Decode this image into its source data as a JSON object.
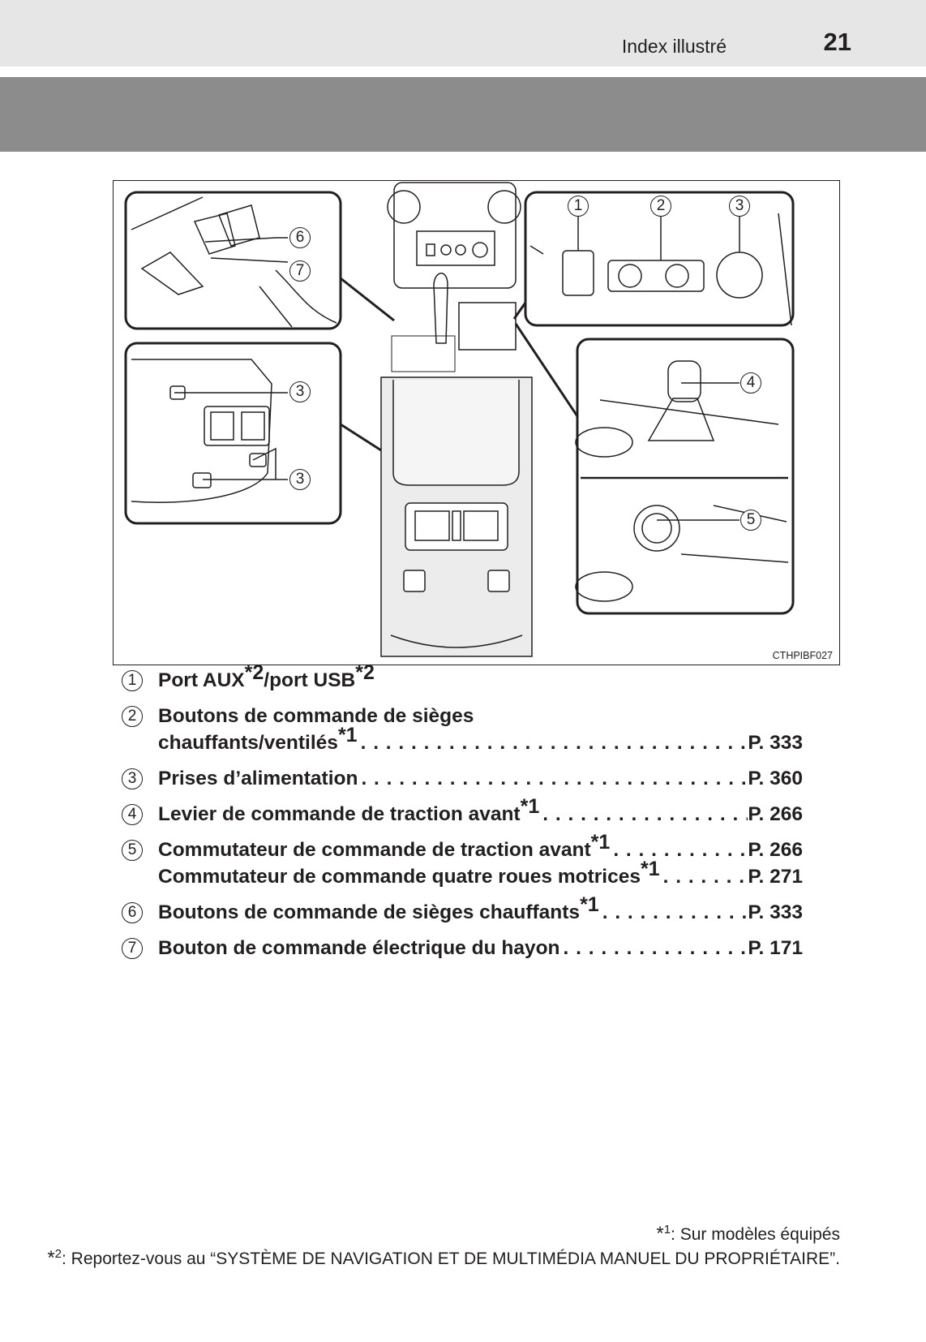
{
  "header": {
    "section_title": "Index illustré",
    "page_number": "21"
  },
  "figure": {
    "code": "CTHPIBF027",
    "callouts": {
      "c1": "1",
      "c2": "2",
      "c3a": "3",
      "c4": "4",
      "c5": "5",
      "c6": "6",
      "c7": "7",
      "c3b": "3",
      "c3c": "3"
    }
  },
  "items": [
    {
      "num": "1",
      "lines": [
        {
          "text": "Port AUX",
          "sup1": "*2",
          "text2": "/port USB",
          "sup2": "*2",
          "ref": ""
        }
      ]
    },
    {
      "num": "2",
      "lines": [
        {
          "text": "Boutons de commande de sièges",
          "ref": ""
        },
        {
          "text": "chauffants/ventilés",
          "sup1": "*1",
          "ref": "P. 333"
        }
      ]
    },
    {
      "num": "3",
      "lines": [
        {
          "text": "Prises d’alimentation",
          "ref": "P. 360"
        }
      ]
    },
    {
      "num": "4",
      "lines": [
        {
          "text": "Levier de commande de traction avant",
          "sup1": "*1",
          "ref": "P. 266"
        }
      ]
    },
    {
      "num": "5",
      "lines": [
        {
          "text": "Commutateur de commande de traction avant",
          "sup1": "*1",
          "ref": "P. 266"
        },
        {
          "text": "Commutateur de commande quatre roues motrices",
          "sup1": "*1",
          "ref": "P. 271"
        }
      ]
    },
    {
      "num": "6",
      "lines": [
        {
          "text": "Boutons de commande de sièges chauffants",
          "sup1": "*1",
          "ref": "P. 333"
        }
      ]
    },
    {
      "num": "7",
      "lines": [
        {
          "text": "Bouton de commande électrique du hayon",
          "ref": "P. 171"
        }
      ]
    }
  ],
  "footnotes": [
    {
      "mark": "*",
      "num": "1",
      "text": ": Sur modèles équipés"
    },
    {
      "mark": "*",
      "num": "2",
      "text": ": Reportez-vous au “SYSTÈME DE NAVIGATION ET DE MULTIMÉDIA MANUEL DU PROPRIÉTAIRE”."
    }
  ]
}
